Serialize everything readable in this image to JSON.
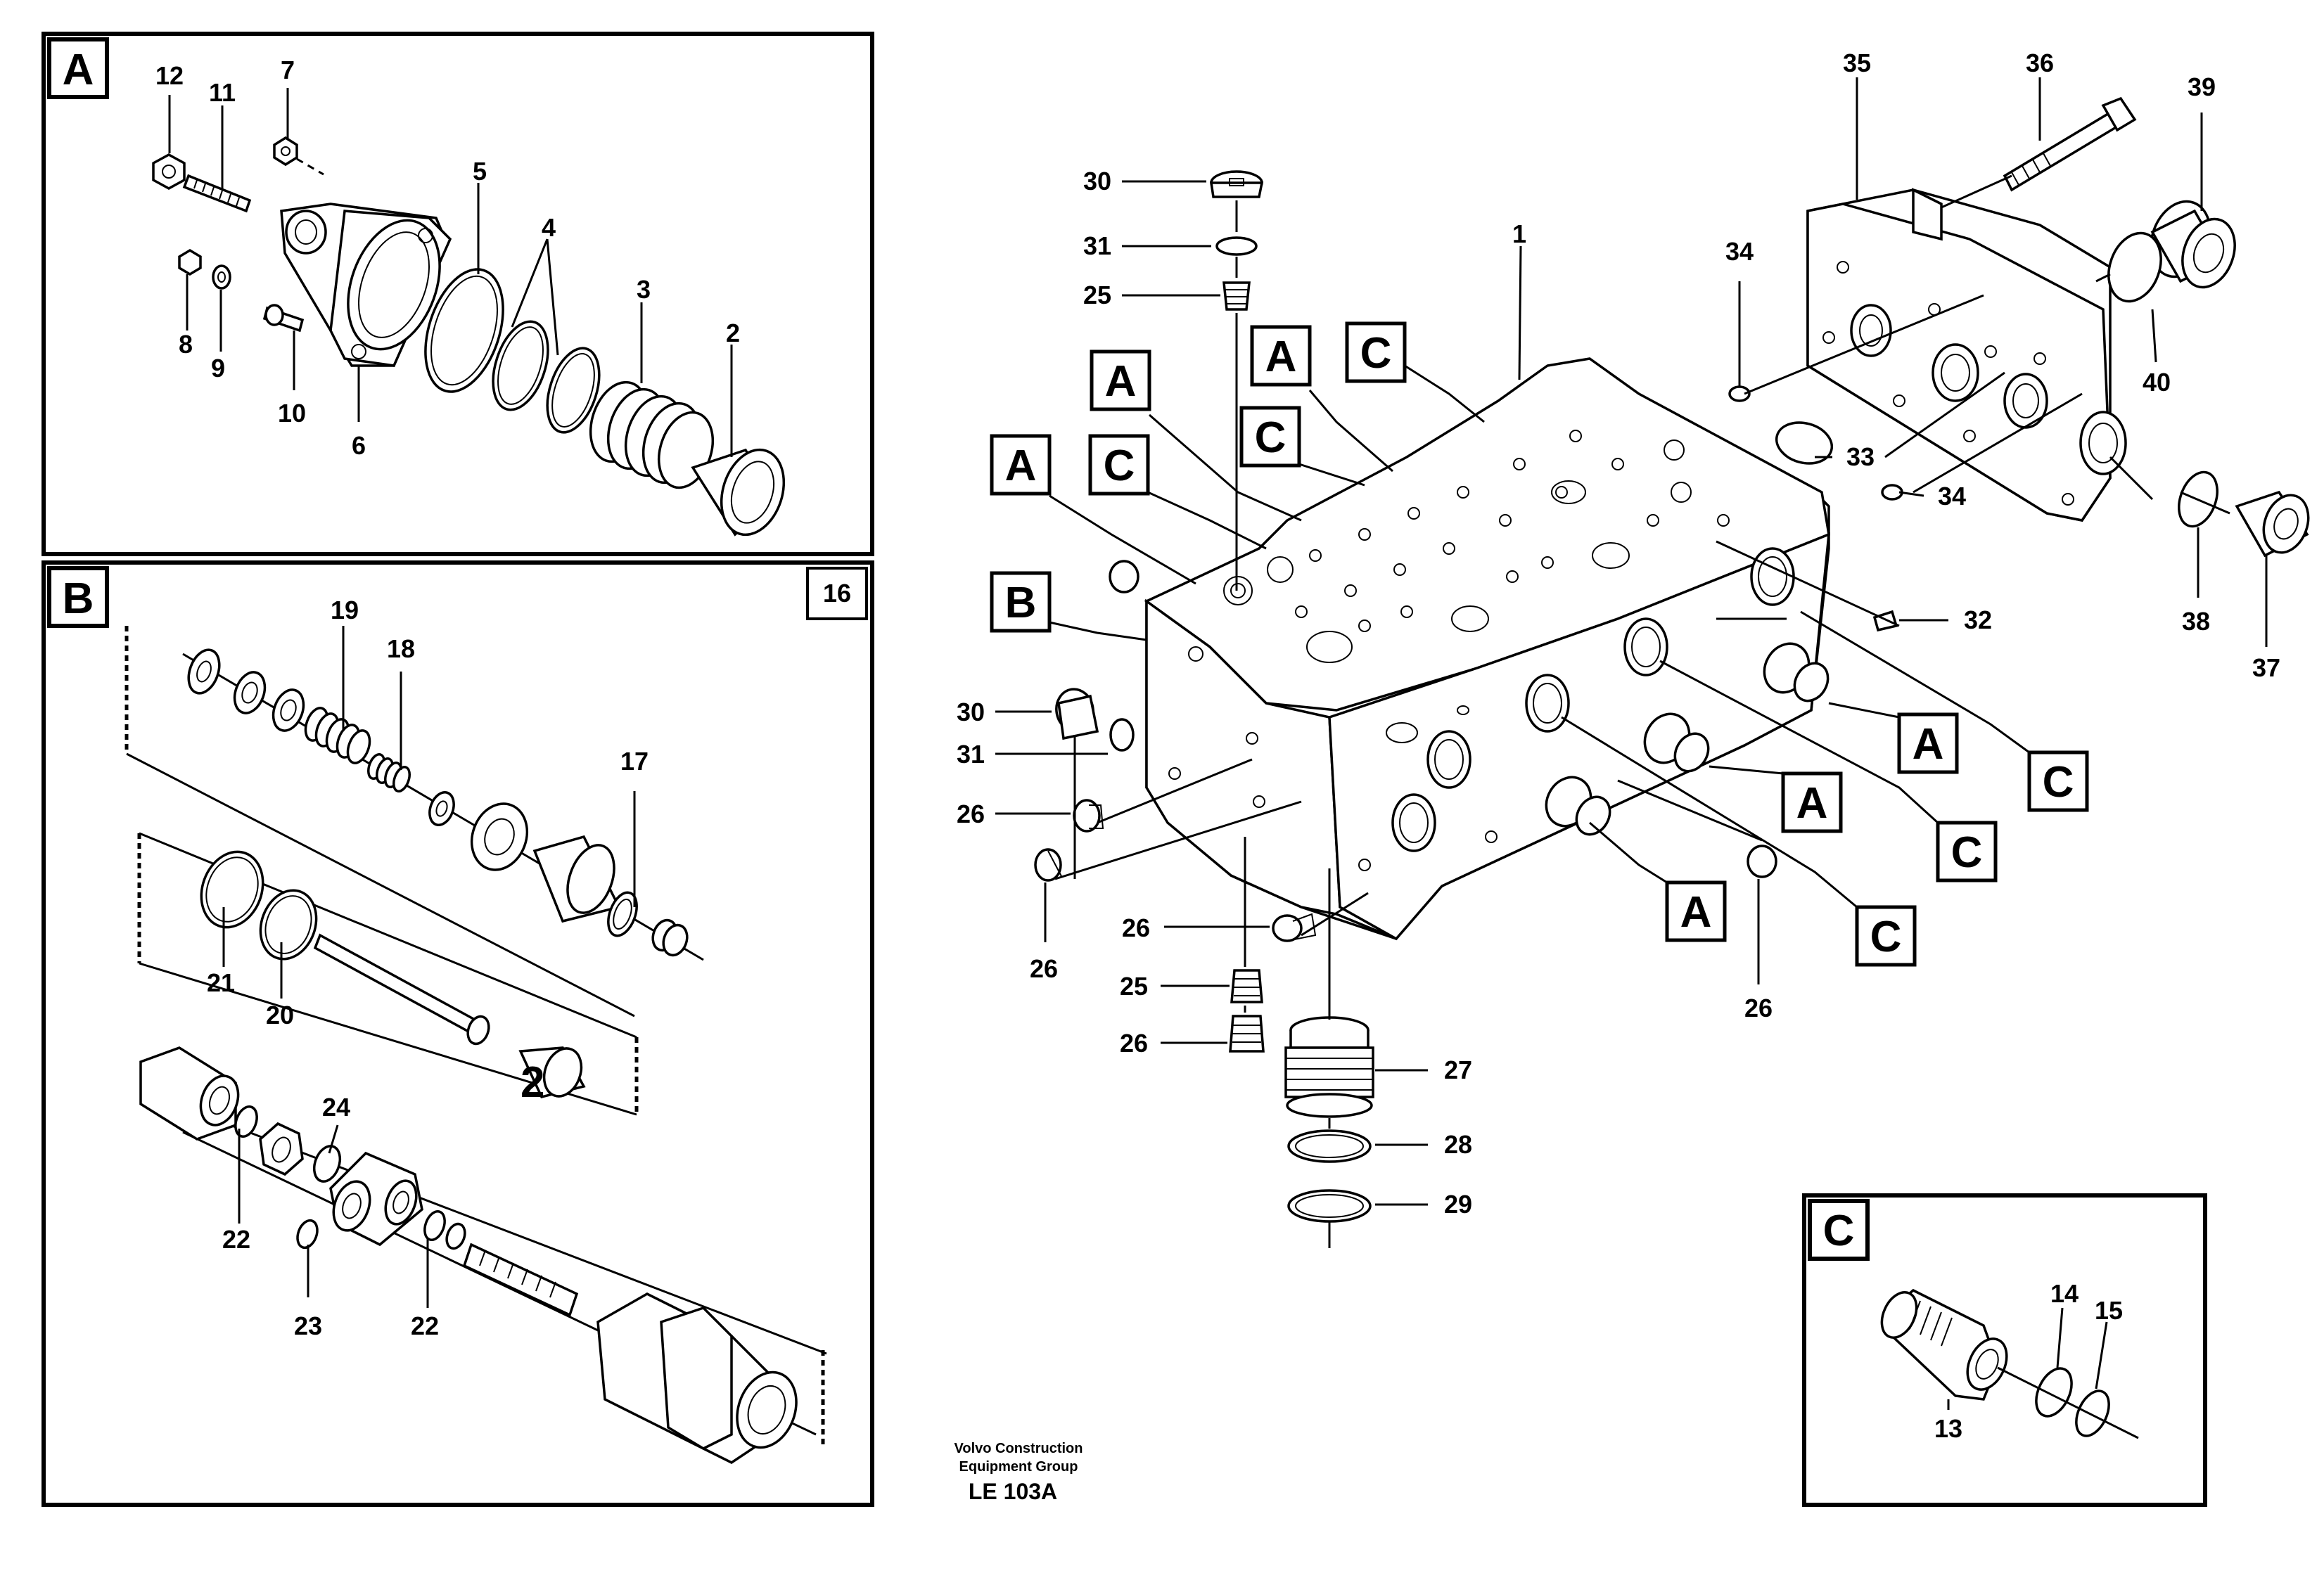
{
  "panels": {
    "A": {
      "label": "A"
    },
    "B": {
      "label": "B",
      "page_ref": "16"
    },
    "C": {
      "label": "C"
    }
  },
  "callouts": {
    "A": "A",
    "B": "B",
    "C": "C"
  },
  "part_numbers": {
    "p1": "1",
    "p2": "2",
    "p3": "3",
    "p4": "4",
    "p5": "5",
    "p6": "6",
    "p7": "7",
    "p8": "8",
    "p9": "9",
    "p10": "10",
    "p11": "11",
    "p12": "12",
    "p13": "13",
    "p14": "14",
    "p15": "15",
    "p17": "17",
    "p18": "18",
    "p19": "19",
    "p20": "20",
    "p21": "21",
    "p22": "22",
    "p23": "23",
    "p24": "24",
    "p25": "25",
    "p26": "26",
    "p27": "27",
    "p28": "28",
    "p29": "29",
    "p30": "30",
    "p31": "31",
    "p32": "32",
    "p33": "33",
    "p34": "34",
    "p35": "35",
    "p36": "36",
    "p37": "37",
    "p38": "38",
    "p39": "39",
    "p40": "40"
  },
  "footer": {
    "company_line1": "Volvo Construction",
    "company_line2": "Equipment Group",
    "drawing_code": "LE 103A"
  }
}
